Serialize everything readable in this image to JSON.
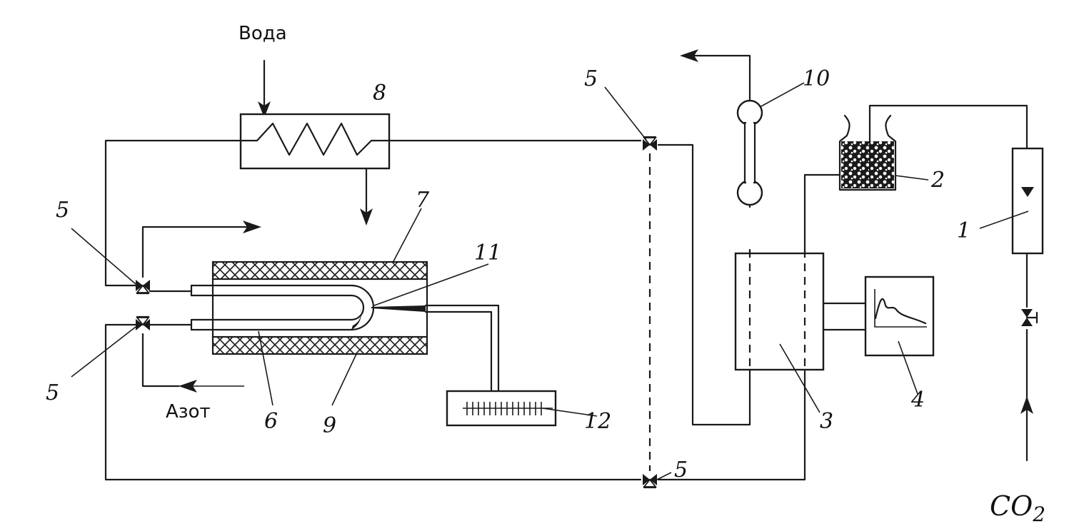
{
  "labels": {
    "water": "Вода",
    "nitrogen": "Азот",
    "co2_main": "CO",
    "co2_sub": "2"
  },
  "numbers": {
    "n1": "1",
    "n2": "2",
    "n3": "3",
    "n4": "4",
    "n5": "5",
    "n6": "6",
    "n7": "7",
    "n8": "8",
    "n9": "9",
    "n10": "10",
    "n11": "11",
    "n12": "12"
  },
  "icons": {
    "valve": "three-way-valve-icon",
    "arrow": "flow-arrow-icon",
    "rotameter": "rotameter-icon",
    "flask": "adsorbent-flask-icon"
  },
  "colors": {
    "ink": "#1a1a1a",
    "paper": "#ffffff"
  }
}
